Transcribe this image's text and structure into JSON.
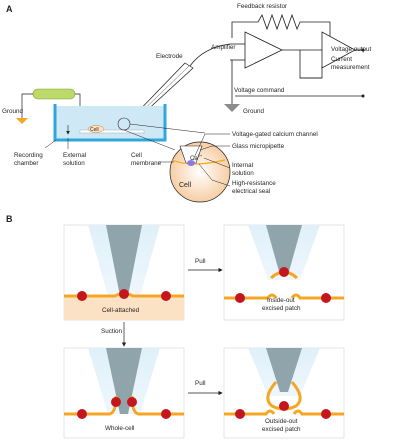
{
  "panel_a": {
    "letter": "A",
    "labels": {
      "feedback_resistor": "Feedback resistor",
      "electrode": "Electrode",
      "amplifier": "Amplifier",
      "voltage_output": "Voltage output",
      "current_measurement_1": "Current",
      "current_measurement_2": "measurement",
      "ground_right": "Ground",
      "voltage_command": "Voltage command",
      "ground_left": "Ground",
      "recording_chamber_1": "Recording",
      "recording_chamber_2": "chamber",
      "external_solution_1": "External",
      "external_solution_2": "solution",
      "cell_small": "Cell",
      "cell_membrane_1": "Cell",
      "cell_membrane_2": "membrane",
      "calcium_ion": "Ca",
      "calcium_sup": "2+",
      "cell_inset": "Cell",
      "vg_calcium_channel": "Voltage-gated calcium channel",
      "glass_micropipette": "Glass micropipette",
      "internal_solution_1": "Internal",
      "internal_solution_2": "solution",
      "seal_1": "High-resistance",
      "seal_2": "electrical seal"
    }
  },
  "panel_b": {
    "letter": "B",
    "labels": {
      "pull_top": "Pull",
      "pull_bottom": "Pull",
      "suction": "Suction",
      "cell_attached": "Cell-attached",
      "inside_out_1": "Inside-out",
      "inside_out_2": "excised patch",
      "whole_cell": "Whole-cell",
      "outside_out_1": "Outside-out",
      "outside_out_2": "excised patch"
    }
  },
  "colors": {
    "water": "#cfe8f6",
    "chamber": "#2fa6dc",
    "cell_fill": "#fbe2c4",
    "membrane": "#f5a623",
    "channel": "#c4161c",
    "pipette_glass": "#8fa4ab",
    "pipette_halo": "#d9eef8",
    "resistor_box": "#bcd96a",
    "ground": "#8c8c8c"
  }
}
